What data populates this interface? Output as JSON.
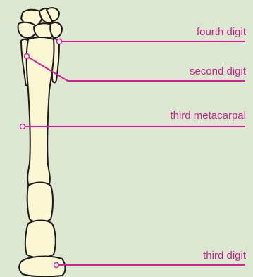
{
  "colors": {
    "background": "#dde8d2",
    "bone_fill": "#fbf7d2",
    "bone_outline": "#1a1a1a",
    "label_text": "#c0228a",
    "leader_line": "#e0189a"
  },
  "labels": {
    "fourth_digit": "fourth digit",
    "second_digit": "second digit",
    "third_metacarpal": "third metacarpal",
    "third_digit": "third digit"
  }
}
